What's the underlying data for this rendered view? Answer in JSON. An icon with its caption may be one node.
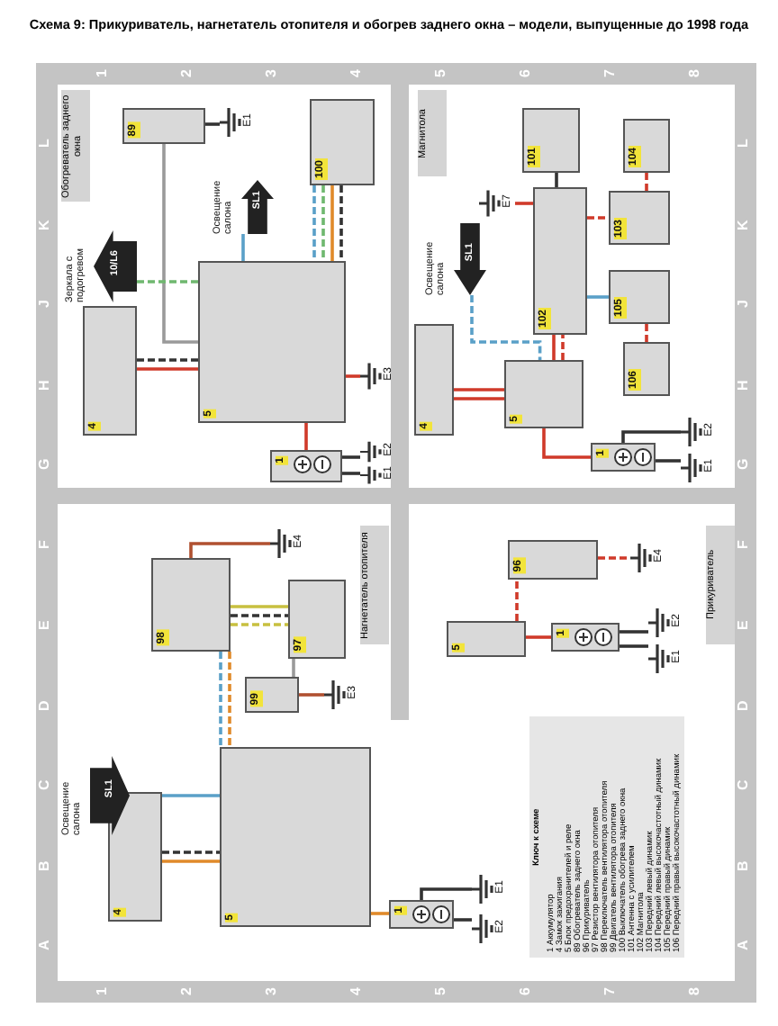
{
  "diagram": {
    "title": "Схема 9: Прикуриватель, нагнетатель отопителя и обогрев заднего окна – модели, выпущенные до 1998 года",
    "nodes": [
      {
        "text": [
          "89"
        ]
      },
      {
        "text": [
          "E1"
        ]
      },
      {
        "text": [
          "100"
        ]
      },
      {
        "text": [
          "5"
        ]
      },
      {
        "text": [
          "4"
        ]
      },
      {
        "text": [
          "1"
        ]
      },
      {
        "text": [
          "E3"
        ]
      },
      {
        "text": [
          "E2"
        ]
      },
      {
        "text": [
          "E1"
        ]
      },
      {
        "text": [
          "10/L6"
        ],
        "beside": [
          "Зеркала с подогревом"
        ]
      },
      {
        "text": [
          "SL1"
        ],
        "beside": [
          "Освещение салона"
        ]
      },
      {
        "text": [
          "101"
        ]
      },
      {
        "text": [
          "102"
        ]
      },
      {
        "text": [
          "104"
        ]
      },
      {
        "text": [
          "103"
        ]
      },
      {
        "text": [
          "105"
        ]
      },
      {
        "text": [
          "106"
        ]
      },
      {
        "text": [
          "E7"
        ]
      },
      {
        "text": [
          "4"
        ]
      },
      {
        "text": [
          "5"
        ]
      },
      {
        "text": [
          "1"
        ]
      },
      {
        "text": [
          "E2"
        ]
      },
      {
        "text": [
          "E1"
        ]
      },
      {
        "text": [
          "SL1"
        ],
        "beside": [
          "Освещение салона"
        ]
      },
      {
        "text": [
          "96"
        ]
      },
      {
        "text": [
          "E4"
        ]
      },
      {
        "text": [
          "5"
        ]
      },
      {
        "text": [
          "1"
        ]
      },
      {
        "text": [
          "E2"
        ]
      },
      {
        "text": [
          "E1"
        ]
      },
      {
        "text": [
          "98"
        ]
      },
      {
        "text": [
          "97"
        ]
      },
      {
        "text": [
          "99"
        ]
      },
      {
        "text": [
          "E4"
        ]
      },
      {
        "text": [
          "E3"
        ]
      },
      {
        "text": [
          "5"
        ]
      },
      {
        "text": [
          "4"
        ]
      },
      {
        "text": [
          "1"
        ]
      },
      {
        "text": [
          "E1"
        ]
      },
      {
        "text": [
          "E2"
        ]
      },
      {
        "text": [
          "SL1"
        ],
        "beside": [
          "Освещение салона"
        ]
      }
    ],
    "edges": [
      {
        "from": 0,
        "to": 1,
        "arrow": "none",
        "color": "#333333"
      },
      {
        "from": 0,
        "to": 3,
        "arrow": "none",
        "color": "#9a9a9a"
      },
      {
        "from": 2,
        "to": 3,
        "arrow": "none",
        "style": "dashed",
        "color": "#5aa0c8"
      },
      {
        "from": 2,
        "to": 3,
        "arrow": "none",
        "style": "dashed",
        "color": "#6fb86f"
      },
      {
        "from": 2,
        "to": 3,
        "arrow": "none",
        "color": "#e08a2a"
      },
      {
        "from": 2,
        "to": 3,
        "arrow": "none",
        "style": "dashed",
        "color": "#333333"
      },
      {
        "from": 3,
        "to": 9,
        "arrow": "none",
        "style": "dashed",
        "color": "#6fb86f"
      },
      {
        "from": 10,
        "to": 3,
        "arrow": "none",
        "color": "#5aa0c8"
      },
      {
        "from": 4,
        "to": 3,
        "arrow": "none",
        "style": "dashed",
        "color": "#333333"
      },
      {
        "from": 4,
        "to": 3,
        "arrow": "none",
        "color": "#d03a2a"
      },
      {
        "from": 3,
        "to": 6,
        "arrow": "none",
        "color": "#d03a2a"
      },
      {
        "from": 3,
        "to": 5,
        "arrow": "none",
        "color": "#d03a2a"
      },
      {
        "from": 5,
        "to": 7,
        "arrow": "none",
        "color": "#333333"
      },
      {
        "from": 5,
        "to": 8,
        "arrow": "none",
        "color": "#333333"
      },
      {
        "from": 11,
        "to": 12,
        "arrow": "none",
        "color": "#333333"
      },
      {
        "from": 12,
        "to": 17,
        "arrow": "none",
        "color": "#d03a2a"
      },
      {
        "from": 12,
        "to": 14,
        "arrow": "none",
        "style": "dashed",
        "color": "#d03a2a"
      },
      {
        "from": 14,
        "to": 13,
        "arrow": "none",
        "style": "dashed",
        "color": "#d03a2a"
      },
      {
        "from": 12,
        "to": 15,
        "arrow": "none",
        "color": "#5aa0c8"
      },
      {
        "from": 15,
        "to": 16,
        "arrow": "none",
        "style": "dashed",
        "color": "#d03a2a"
      },
      {
        "from": 23,
        "to": 19,
        "arrow": "none",
        "style": "dashed",
        "color": "#5aa0c8"
      },
      {
        "from": 18,
        "to": 19,
        "arrow": "none",
        "color": "#d03a2a"
      },
      {
        "from": 18,
        "to": 19,
        "arrow": "none",
        "color": "#d03a2a"
      },
      {
        "from": 19,
        "to": 12,
        "arrow": "none",
        "color": "#d03a2a"
      },
      {
        "from": 19,
        "to": 12,
        "arrow": "none",
        "style": "dashed",
        "color": "#d03a2a"
      },
      {
        "from": 19,
        "to": 20,
        "arrow": "none",
        "color": "#d03a2a"
      },
      {
        "from": 20,
        "to": 21,
        "arrow": "none",
        "color": "#333333"
      },
      {
        "from": 20,
        "to": 22,
        "arrow": "none",
        "color": "#333333"
      },
      {
        "from": 24,
        "to": 25,
        "arrow": "none",
        "style": "dashed",
        "color": "#d03a2a"
      },
      {
        "from": 26,
        "to": 24,
        "arrow": "none",
        "style": "dashed",
        "color": "#d03a2a"
      },
      {
        "from": 26,
        "to": 27,
        "arrow": "none",
        "color": "#d03a2a"
      },
      {
        "from": 27,
        "to": 28,
        "arrow": "none",
        "color": "#333333"
      },
      {
        "from": 27,
        "to": 29,
        "arrow": "none",
        "color": "#333333"
      },
      {
        "from": 30,
        "to": 33,
        "arrow": "none",
        "color": "#b05030"
      },
      {
        "from": 30,
        "to": 31,
        "arrow": "none",
        "color": "#c8c040"
      },
      {
        "from": 30,
        "to": 31,
        "arrow": "none",
        "style": "dashed",
        "color": "#333333"
      },
      {
        "from": 30,
        "to": 31,
        "arrow": "none",
        "style": "dashed",
        "color": "#c8c040"
      },
      {
        "from": 31,
        "to": 32,
        "arrow": "none",
        "color": "#9a9a9a"
      },
      {
        "from": 32,
        "to": 34,
        "arrow": "none",
        "color": "#b05030"
      },
      {
        "from": 30,
        "to": 35,
        "arrow": "none",
        "style": "dashed",
        "color": "#5aa0c8"
      },
      {
        "from": 30,
        "to": 35,
        "arrow": "none",
        "style": "dashed",
        "color": "#e08a2a"
      },
      {
        "from": 40,
        "to": 35,
        "arrow": "none",
        "color": "#5aa0c8"
      },
      {
        "from": 36,
        "to": 35,
        "arrow": "none",
        "style": "dashed",
        "color": "#333333"
      },
      {
        "from": 36,
        "to": 35,
        "arrow": "none",
        "color": "#e08a2a"
      },
      {
        "from": 35,
        "to": 37,
        "arrow": "none",
        "color": "#e08a2a"
      },
      {
        "from": 37,
        "to": 38,
        "arrow": "none",
        "color": "#333333"
      },
      {
        "from": 37,
        "to": 39,
        "arrow": "none",
        "color": "#333333"
      }
    ],
    "labels": [
      "Обогреватель заднего окна",
      "Магнитола",
      "Нагнетатель отопителя",
      "Прикуриватель",
      "Ключ к схеме",
      "1 Аккумулятор",
      "4 Замок зажигания",
      "5 Блок предохранителей и реле",
      "89 Обогреватель заднего окна",
      "96 Прикуриватель",
      "97 Резистор вентилятора отопителя",
      "98 Переключатель вентилятора отопителя",
      "99 Двигатель вентилятора отопителя",
      "100 Выключатель обогрева заднего окна",
      "101 Антенна с усилителем",
      "102 Магнитола",
      "103 Передний левый динамик",
      "104 Передний левый высокочастотный динамик",
      "105 Передний правый динамик",
      "106 Передний правый высокочастотный динамик",
      "A",
      "B",
      "C",
      "D",
      "E",
      "F",
      "G",
      "H",
      "J",
      "K",
      "L",
      "A",
      "B",
      "C",
      "D",
      "E",
      "F",
      "G",
      "H",
      "J",
      "K",
      "L",
      "1",
      "2",
      "3",
      "4",
      "5",
      "6",
      "7",
      "8",
      "1",
      "2",
      "3",
      "4",
      "5",
      "6",
      "7",
      "8"
    ]
  }
}
